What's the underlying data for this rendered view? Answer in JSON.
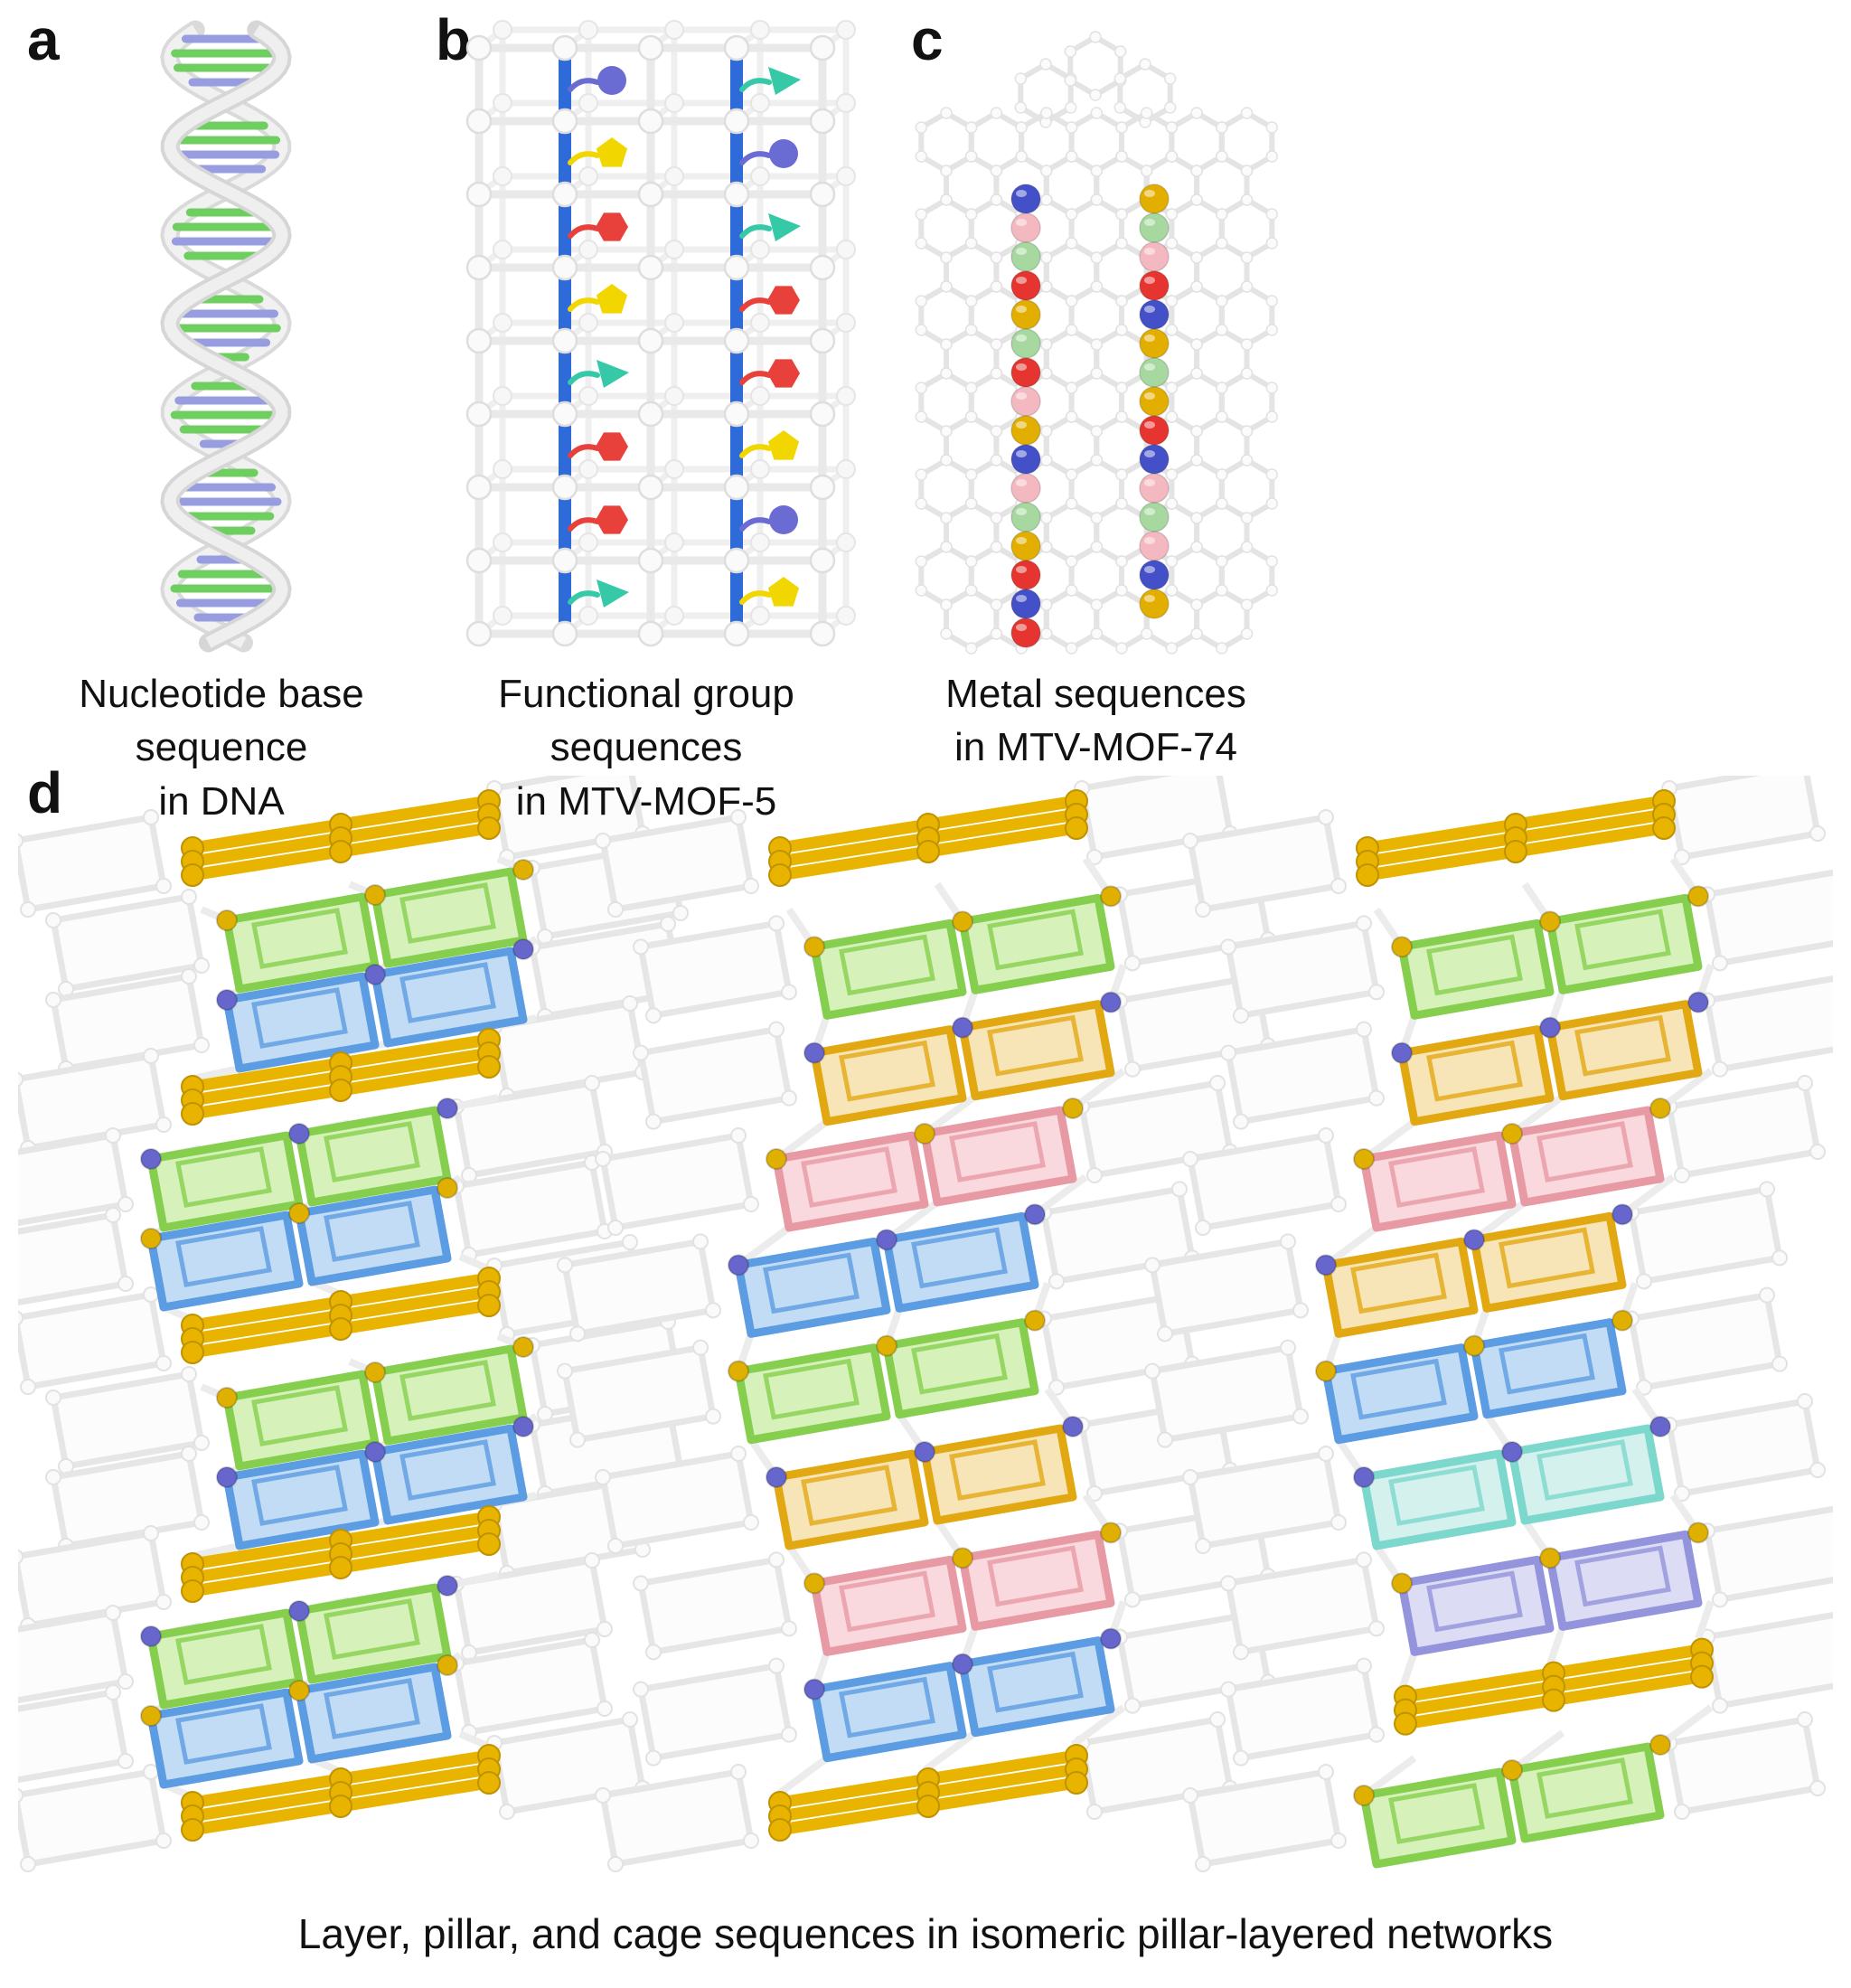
{
  "panels": {
    "a": {
      "label": "a",
      "caption_line1": "Nucleotide base sequence",
      "caption_line2": "in DNA",
      "base_pair_sequence": [
        "blue",
        "green",
        "green",
        "blue",
        "green",
        "green",
        "blue",
        "blue",
        "green",
        "green",
        "blue",
        "green",
        "green",
        "blue",
        "green",
        "blue",
        "green",
        "green",
        "blue",
        "green",
        "green",
        "blue",
        "green",
        "blue"
      ]
    },
    "b": {
      "label": "b",
      "caption_line1": "Functional group sequences",
      "caption_line2": "in MTV-MOF-5",
      "left_pillar_sequence": [
        "circle-blue",
        "pentagon-yellow",
        "hexagon-red",
        "pentagon-yellow",
        "triangle-teal",
        "hexagon-red",
        "hexagon-red",
        "triangle-teal"
      ],
      "right_pillar_sequence": [
        "triangle-teal",
        "circle-blue",
        "triangle-teal",
        "hexagon-red",
        "hexagon-red",
        "pentagon-yellow",
        "circle-blue",
        "pentagon-yellow"
      ]
    },
    "c": {
      "label": "c",
      "caption_line1": "Metal sequences",
      "caption_line2": "in MTV-MOF-74",
      "left_metal_sequence": [
        "blue",
        "pink",
        "green",
        "red",
        "yellow",
        "green",
        "red",
        "pink",
        "yellow",
        "blue",
        "pink",
        "green",
        "yellow",
        "red",
        "blue",
        "red"
      ],
      "right_metal_sequence": [
        "yellow",
        "green",
        "pink",
        "red",
        "blue",
        "yellow",
        "green",
        "yellow",
        "red",
        "blue",
        "pink",
        "green",
        "pink",
        "blue",
        "yellow"
      ]
    },
    "d": {
      "label": "d",
      "caption": "Layer, pillar, and cage sequences in isomeric pillar-layered networks",
      "structures": [
        {
          "layer_sequence": [
            "yellow",
            "green",
            "blue",
            "yellow",
            "green",
            "blue",
            "yellow",
            "green",
            "blue",
            "yellow",
            "green",
            "blue",
            "yellow"
          ]
        },
        {
          "layer_sequence": [
            "yellow",
            "green",
            "orange",
            "pink",
            "blue",
            "green",
            "orange",
            "pink",
            "blue",
            "yellow"
          ]
        },
        {
          "layer_sequence": [
            "yellow",
            "green",
            "orange",
            "pink",
            "orange",
            "blue",
            "teal",
            "purple",
            "yellow",
            "green"
          ]
        }
      ]
    }
  },
  "colors": {
    "dna_strand": "#dadada",
    "dna_blue": "#989de0",
    "dna_green": "#6fce60",
    "lattice": "#e9e9e9",
    "pillar_blue": "#2f6bd8",
    "fg_blue": "#6b6bd4",
    "fg_yellow": "#f2d600",
    "fg_red": "#e8403a",
    "fg_teal": "#35c9a8",
    "metal_blue": "#4450c8",
    "metal_pink": "#f4b8c0",
    "metal_green": "#a6d8a0",
    "metal_red": "#e63530",
    "metal_yellow": "#e2ae00",
    "yellow": "#e8b400",
    "green_frame": "#86cf4e",
    "green_fill": "#d2f0b2",
    "blue_frame": "#5b9ce2",
    "blue_fill": "#bcd8f4",
    "orange_frame": "#e2a812",
    "orange_fill": "#f6e2b0",
    "pink_frame": "#e89aa4",
    "pink_fill": "#f8d4da",
    "teal_frame": "#7cd8cc",
    "teal_fill": "#d0f0ec",
    "purple_frame": "#9494dc",
    "purple_fill": "#d8d8f4",
    "node_purple": "#6666cc",
    "node_yellow": "#e0b000"
  }
}
